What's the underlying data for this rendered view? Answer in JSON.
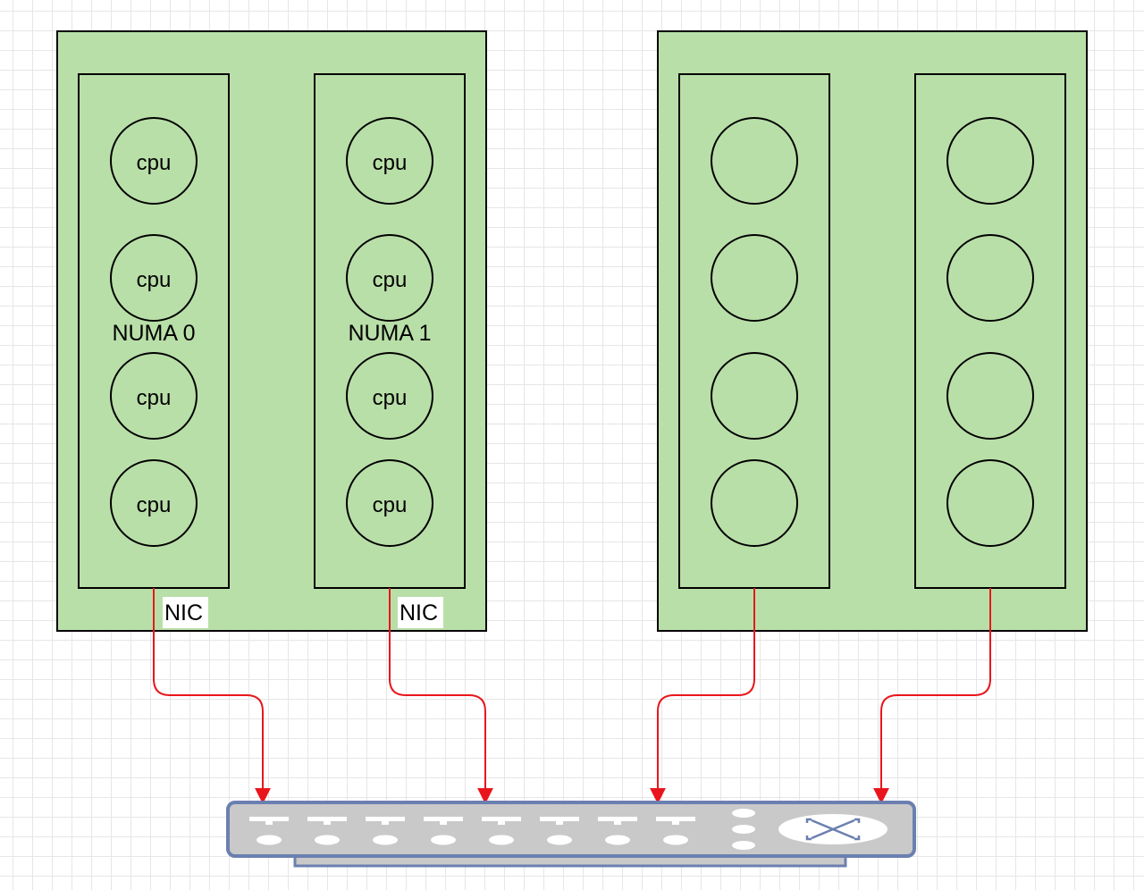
{
  "servers": [
    {
      "numa_nodes": [
        {
          "label": "NUMA 0",
          "nic_label": "NIC",
          "cpus": [
            "cpu",
            "cpu",
            "cpu",
            "cpu"
          ]
        },
        {
          "label": "NUMA 1",
          "nic_label": "NIC",
          "cpus": [
            "cpu",
            "cpu",
            "cpu",
            "cpu"
          ]
        }
      ]
    },
    {
      "numa_nodes": [
        {
          "label": "",
          "nic_label": "",
          "cpus": [
            "",
            "",
            "",
            ""
          ]
        },
        {
          "label": "",
          "nic_label": "",
          "cpus": [
            "",
            "",
            "",
            ""
          ]
        }
      ]
    }
  ],
  "switch": {
    "icon": "network-switch-icon",
    "port_count": 8
  },
  "colors": {
    "server_fill": "#b9dfa8",
    "link": "#e8161c",
    "switch_border": "#6b7fb0",
    "switch_fill": "#c9c9c9"
  }
}
